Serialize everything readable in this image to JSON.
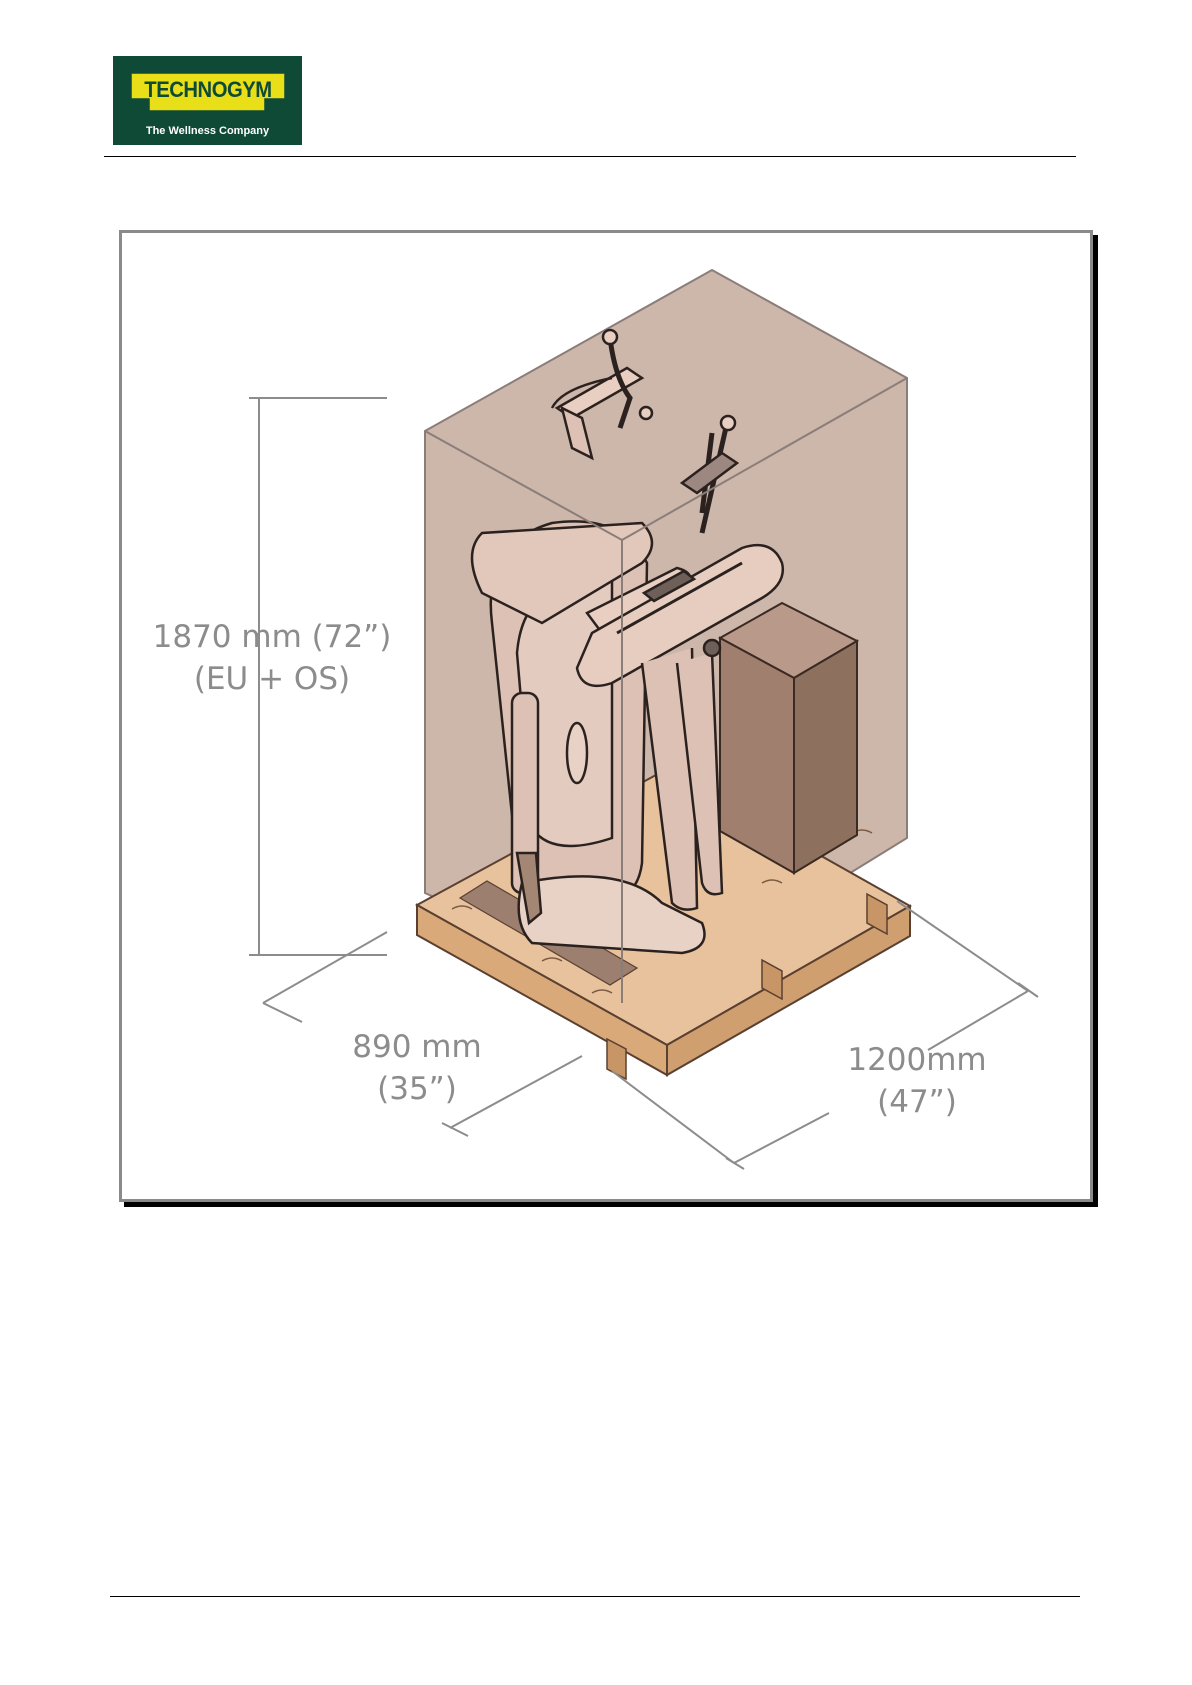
{
  "header": {
    "logo": {
      "wordmark": "TECHNOGYM",
      "tagline": "The Wellness Company",
      "colors": {
        "background": "#0e4a36",
        "badge": "#e8df18",
        "text": "#0e4a36"
      }
    }
  },
  "figure": {
    "dimensions": {
      "height": {
        "line1": "1870 mm (72”)",
        "line2": "(EU + OS)"
      },
      "width": {
        "line1": "890 mm",
        "line2": "(35”)"
      },
      "length": {
        "line1": "1200mm",
        "line2": "(47”)"
      }
    },
    "colors": {
      "package_box": "#c9b2a6",
      "pallet": "#e3b98e",
      "machine": "#d8bdb0",
      "accessory_box": "#a48674",
      "dimension_lines": "#8c8c8c"
    }
  }
}
